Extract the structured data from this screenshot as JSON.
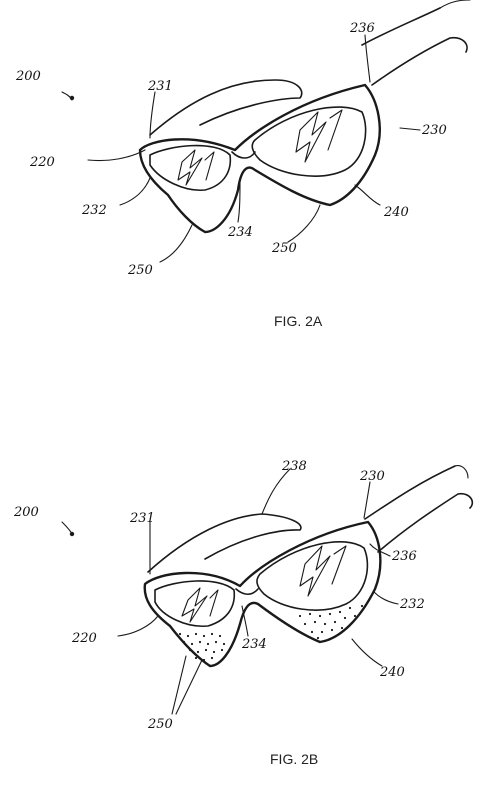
{
  "figure_a": {
    "caption": "FIG. 2A",
    "labels": {
      "ref_200": "200",
      "ref_231": "231",
      "ref_236": "236",
      "ref_230": "230",
      "ref_220": "220",
      "ref_232": "232",
      "ref_234": "234",
      "ref_240": "240",
      "ref_250_left": "250",
      "ref_250_right": "250"
    }
  },
  "figure_b": {
    "caption": "FIG. 2B",
    "labels": {
      "ref_200": "200",
      "ref_238": "238",
      "ref_230": "230",
      "ref_231": "231",
      "ref_236": "236",
      "ref_232": "232",
      "ref_220": "220",
      "ref_234": "234",
      "ref_240": "240",
      "ref_250": "250"
    }
  }
}
